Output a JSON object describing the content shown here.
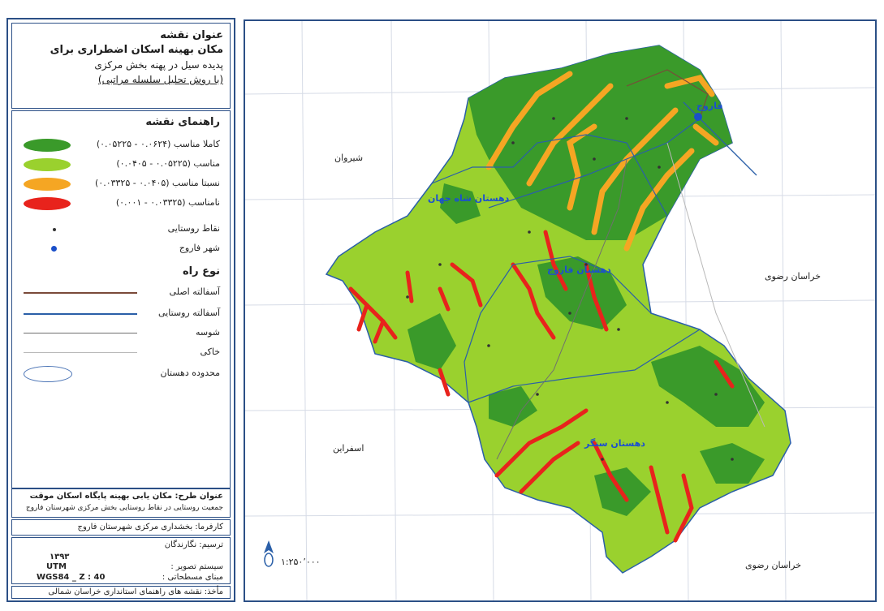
{
  "title_block": {
    "heading": "عنوان نقشه",
    "line1": "مکان بهینه اسکان اضطراری برای",
    "line2": "پدیده سیل در پهنه بخش مرکزی",
    "line3": "(با روش تحلیل سلسله مراتبی)"
  },
  "legend": {
    "title": "راهنمای نقشه",
    "classes": [
      {
        "label": "کاملا مناسب (۰.۰۶۲۴ - ۰.۰۵۲۲۵)",
        "color": "#3a9a2a"
      },
      {
        "label": "مناسب (۰.۰۵۲۲۵ - ۰.۰۴۰۵)",
        "color": "#9ad12e"
      },
      {
        "label": "نسبتا مناسب (۰.۰۴۰۵ - ۰.۰۳۳۲۵)",
        "color": "#f5a623"
      },
      {
        "label": "نامناسب (۰.۰۳۳۲۵ - ۰.۰۰۱)",
        "color": "#e8231c"
      }
    ],
    "points": [
      {
        "label": "نقاط روستایی",
        "color": "#333333"
      },
      {
        "label": "شهر فاروج",
        "color": "#1a4fc9"
      }
    ],
    "road_title": "نوع راه",
    "roads": [
      {
        "label": "آسفالته اصلی",
        "color": "#7a4a3a"
      },
      {
        "label": "آسفالته روستایی",
        "color": "#2a5fa8"
      },
      {
        "label": "شوسه",
        "color": "#6f6f6f"
      },
      {
        "label": "خاکی",
        "color": "#b9b9b9"
      }
    ],
    "boundary_label": "محدوده دهستان"
  },
  "credits": {
    "line1": "عنوان طرح: مکان یابی بهینه پایگاه اسکان موقت",
    "line2": "جمعیت روستایی در نقاط روستایی بخش مرکزی شهرستان فاروج",
    "client": "کارفرما: بخشداری مرکزی شهرستان فاروج",
    "prepared_by": "ترسیم: نگارندگان",
    "year": "۱۳۹۳",
    "projection_label": "سیستم تصویر :",
    "projection_value": "UTM",
    "datum_label": "مبنای مسطحاتی :",
    "datum_value": "WGS84 _ Z : 40",
    "source": "مأخذ: نقشه های راهنمای استانداری خراسان شمالی"
  },
  "map": {
    "places": {
      "north_west": "شیروان",
      "east_upper": "خراسان رضوی",
      "west_lower": "اسفراین",
      "east_lower": "خراسان رضوی",
      "city": "فاروج"
    },
    "districts": [
      "دهستان شاه جهان",
      "دهستان فاروج",
      "دهستان سنگر"
    ],
    "scale_label": "۱:۲۵۰٬۰۰۰"
  }
}
